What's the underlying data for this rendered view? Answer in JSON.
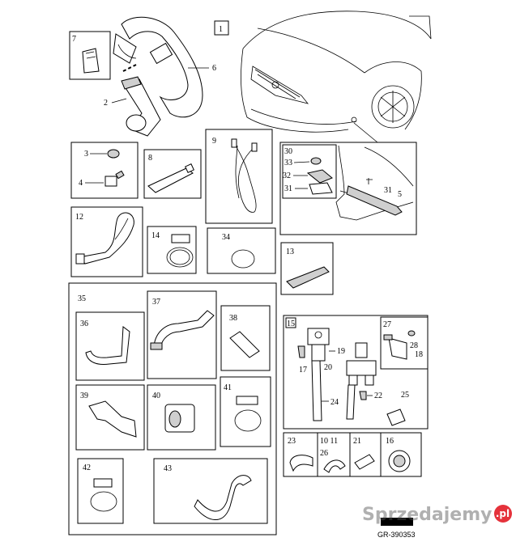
{
  "diagram": {
    "reference_code": "GR-390353",
    "watermark": {
      "text": "Sprzedajemy",
      "suffix": ".pl"
    },
    "labels": {
      "c1": "1",
      "c2": "2",
      "c3": "3",
      "c4": "4",
      "c5": "5",
      "c6": "6",
      "c7": "7",
      "c8": "8",
      "c9": "9",
      "c12": "12",
      "c13": "13",
      "c14": "14",
      "c15": "15",
      "c16": "16",
      "c17": "17",
      "c18": "18",
      "c19": "19",
      "c20": "20",
      "c21": "21",
      "c22": "22",
      "c23": "23",
      "c24": "24",
      "c25": "25",
      "c26": "26",
      "c27": "27",
      "c28": "28",
      "c30": "30",
      "c31a": "31",
      "c31b": "31",
      "c32": "32",
      "c33": "33",
      "c34": "34",
      "c35": "35",
      "c36": "36",
      "c37": "37",
      "c38": "38",
      "c39": "39",
      "c40": "40",
      "c41": "41",
      "c42": "42",
      "c43": "43",
      "c10_11": "10 11"
    }
  }
}
